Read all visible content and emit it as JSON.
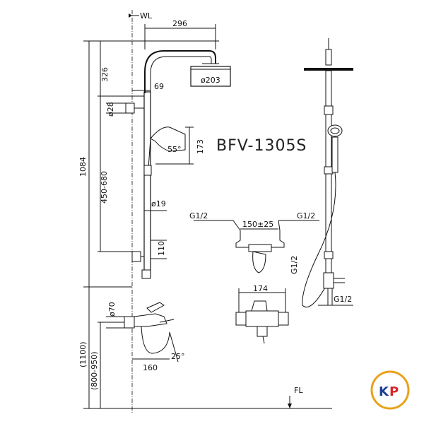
{
  "model": "BFV-1305S",
  "labels": {
    "wl": "WL",
    "fl": "FL",
    "arm_length": "296",
    "head_diameter": "ø203",
    "top_height": "326",
    "pipe_diameter": "ø28",
    "bracket_offset": "69",
    "total_height": "1084",
    "adjust_range": "450-680",
    "hand_angle": "55°",
    "hand_height": "173",
    "rail_diameter": "ø19",
    "lower_offset": "110",
    "mixer_diameter": "ø70",
    "spout_length": "160",
    "mixer_angle": "25°",
    "install_height": "(1100)",
    "install_range": "(800-950)",
    "thread_left": "G1/2",
    "thread_right": "G1/2",
    "center_distance": "150±25",
    "body_width": "174",
    "thread_side": "G1/2",
    "thread_bottom": "G1/2"
  },
  "logo": {
    "text": "KP",
    "colors": {
      "ring": "#e9a21a",
      "k": "#1c3f94",
      "p": "#d8262c"
    }
  }
}
